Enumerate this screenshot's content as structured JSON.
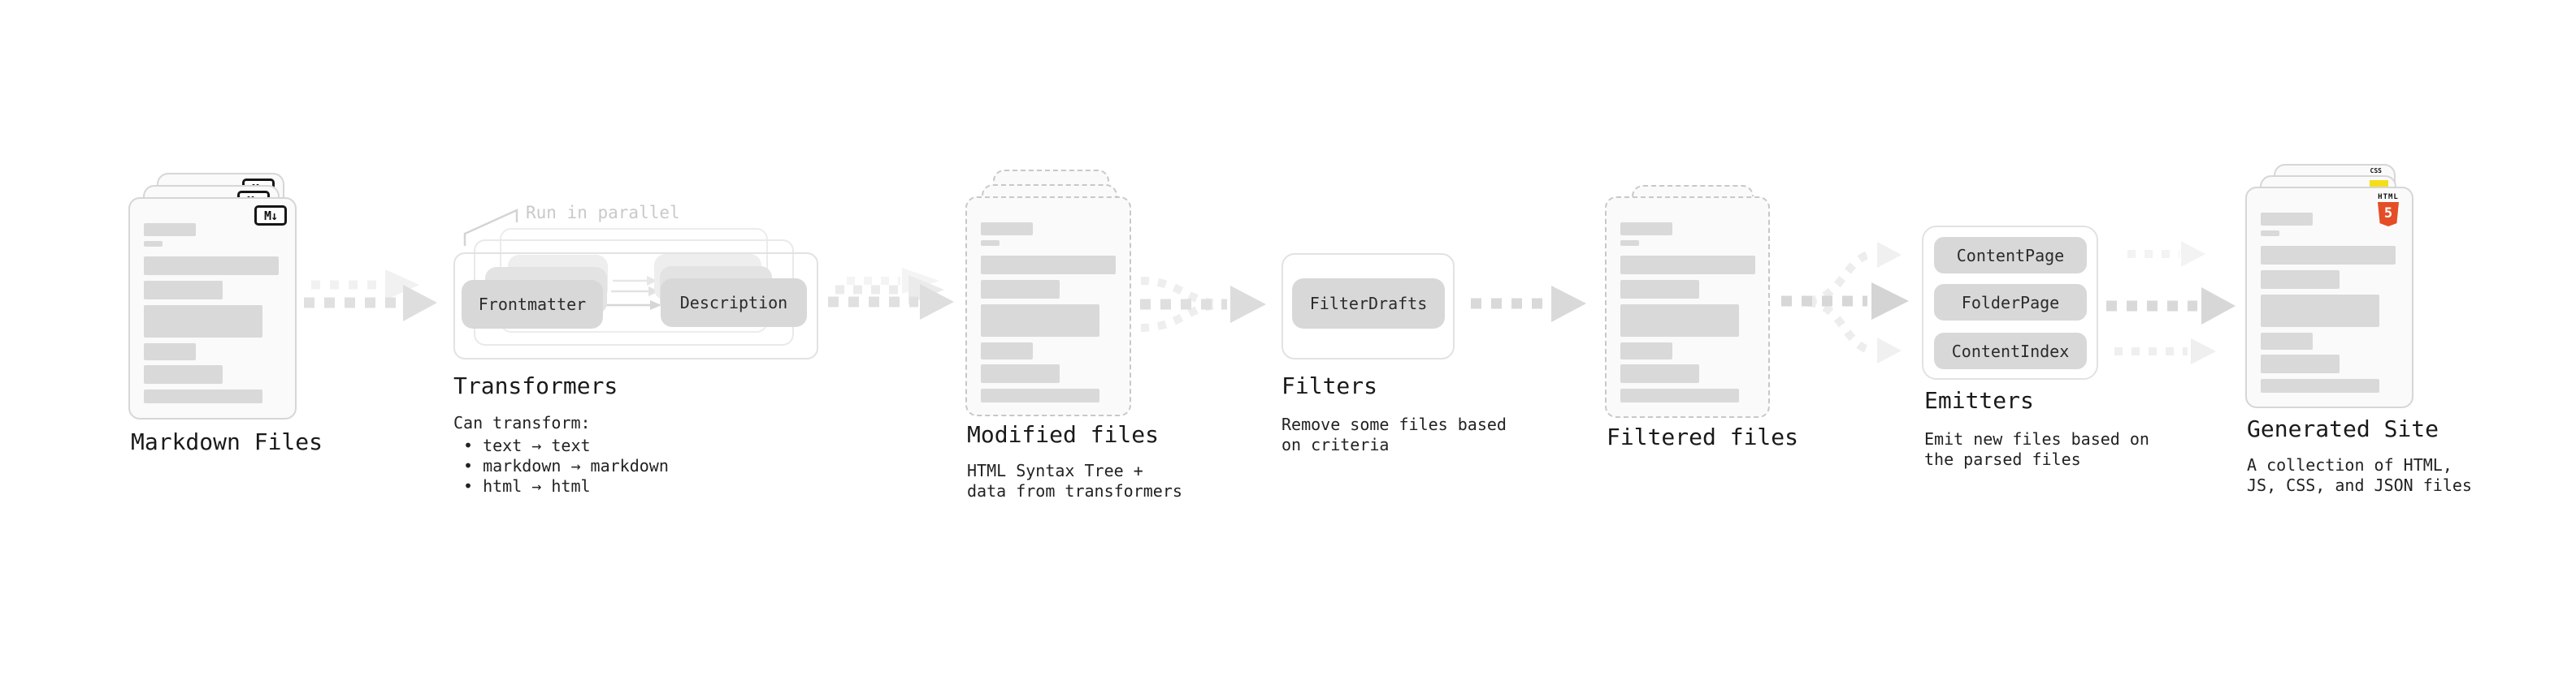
{
  "markdown_files": {
    "label": "Markdown Files",
    "file_icon": "M↓"
  },
  "transformers": {
    "note": "Run in parallel",
    "plugin1": "Frontmatter",
    "plugin2": "Description",
    "label": "Transformers",
    "sub_title": "Can transform:",
    "bullet1": "• text → text",
    "bullet2": "• markdown → markdown",
    "bullet3": "• html → html"
  },
  "modified_files": {
    "label": "Modified files",
    "sublabel": "HTML Syntax Tree +\ndata from transformers"
  },
  "filters": {
    "plugin1": "FilterDrafts",
    "label": "Filters",
    "sublabel": "Remove some files based\non criteria"
  },
  "filtered_files": {
    "label": "Filtered files"
  },
  "emitters": {
    "plugin1": "ContentPage",
    "plugin2": "FolderPage",
    "plugin3": "ContentIndex",
    "label": "Emitters",
    "sublabel": "Emit new files based on\nthe parsed files"
  },
  "generated_site": {
    "label": "Generated Site",
    "sublabel": "A collection of HTML,\nJS, CSS, and JSON files",
    "html_badge_word": "HTML",
    "html_badge_number": "5",
    "css_badge": "CSS"
  },
  "colors": {
    "card_border": "#d6d6d6",
    "dashed_border": "#c8c8c8",
    "bar_gray": "#d9d9d9",
    "chip_gray": "#d8d8d8",
    "arrow_gray": "#dedede",
    "note_gray": "#c9c9c9",
    "html5_orange": "#e44d26",
    "js_yellow": "#f5de19",
    "css_blue": "#2f6bf2"
  }
}
